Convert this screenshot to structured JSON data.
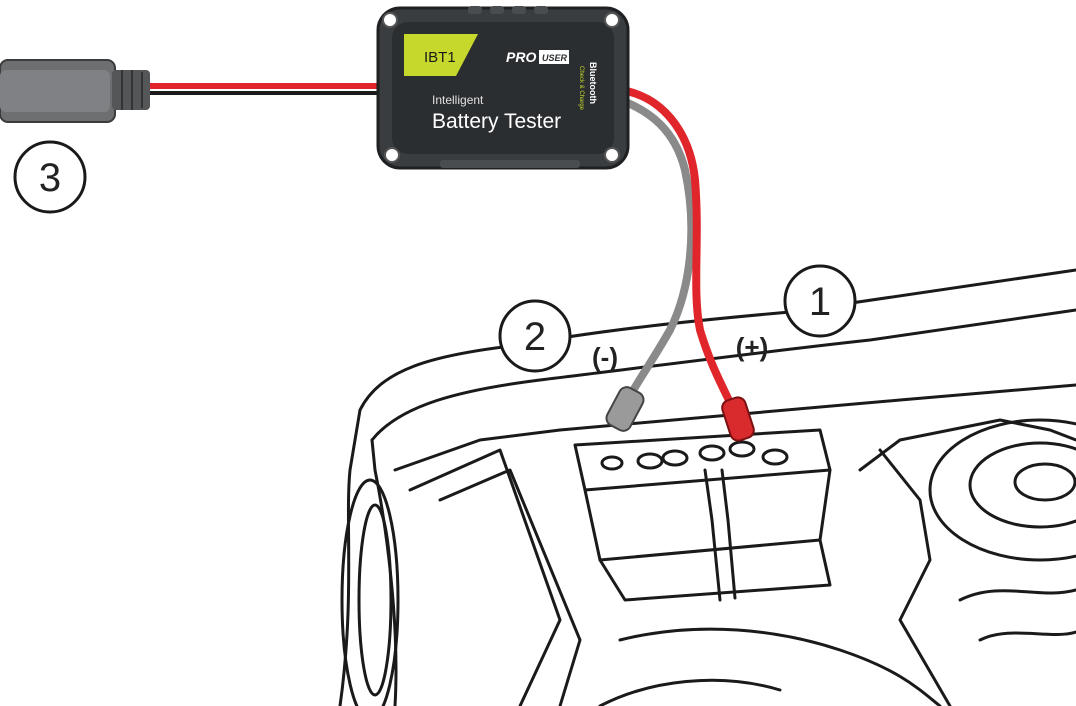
{
  "device": {
    "model_badge": "IBT1",
    "brand": "PRO",
    "brand_box": "USER",
    "subtitle": "Intelligent",
    "title": "Battery Tester",
    "side_text": "Bluetooth",
    "side_subtext": "Check & Charge"
  },
  "callouts": {
    "battery": "1",
    "clamps": "2",
    "plug": "3"
  },
  "polarity": {
    "negative": "(-)",
    "positive": "(+)"
  },
  "colors": {
    "positive_wire": "#e0262b",
    "negative_wire": "#8a8a8a",
    "badge": "#c5d82b",
    "device_body": "#2b2e31",
    "line_art": "#1a1a1a"
  }
}
